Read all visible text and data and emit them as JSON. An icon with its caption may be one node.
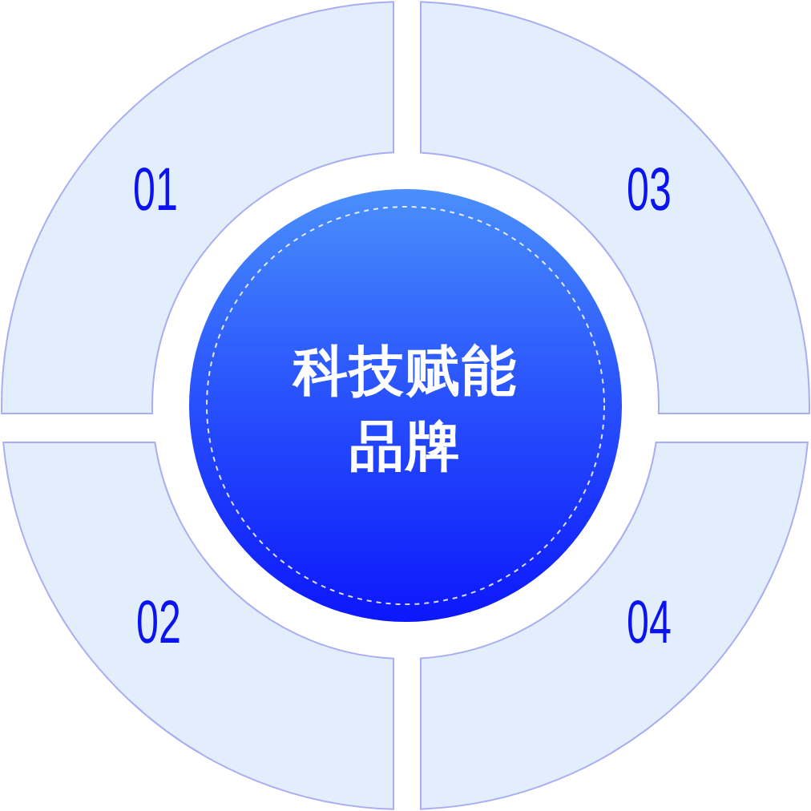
{
  "diagram": {
    "nodes": [
      {
        "text": [
          "01"
        ]
      },
      {
        "text": [
          "03"
        ]
      },
      {
        "text": [
          "科技赋能品牌"
        ]
      },
      {
        "text": [
          "02"
        ]
      },
      {
        "text": [
          "04"
        ]
      }
    ]
  }
}
